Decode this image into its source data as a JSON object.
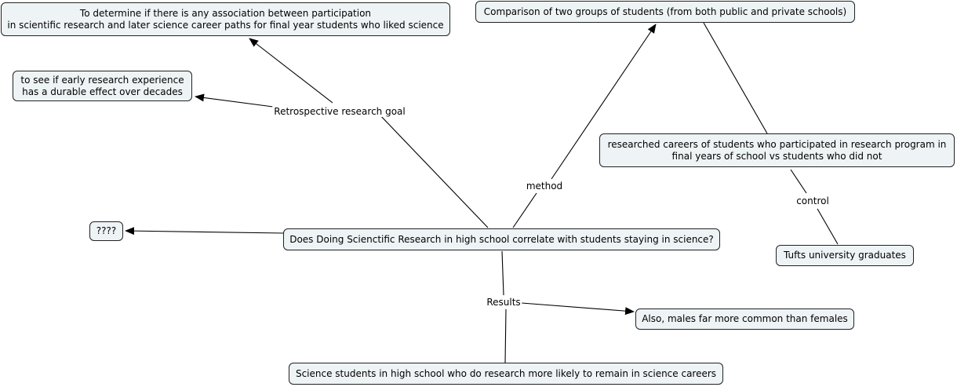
{
  "concept_map": {
    "nodes": {
      "main": "Does Doing Scienctific Research in high school correlate with students staying in science?",
      "determine": "To determine if there is any association between participation\nin scientific research and later science career paths for final year students who liked science",
      "durable": "to see if early research experience\nhas a durable effect over decades",
      "unknown": "????",
      "comparison": "Comparison of two groups of students (from both public and private schools)",
      "researched": "researched careers of students who participated in research program in\nfinal years of school vs students who did not",
      "tufts": "Tufts university graduates",
      "males": "Also, males far more common than females",
      "science_students": "Science students in high school who do research more likely to remain in science careers"
    },
    "link_labels": {
      "goal": "Retrospective research goal",
      "method": "method",
      "control": "control",
      "results": "Results"
    }
  }
}
